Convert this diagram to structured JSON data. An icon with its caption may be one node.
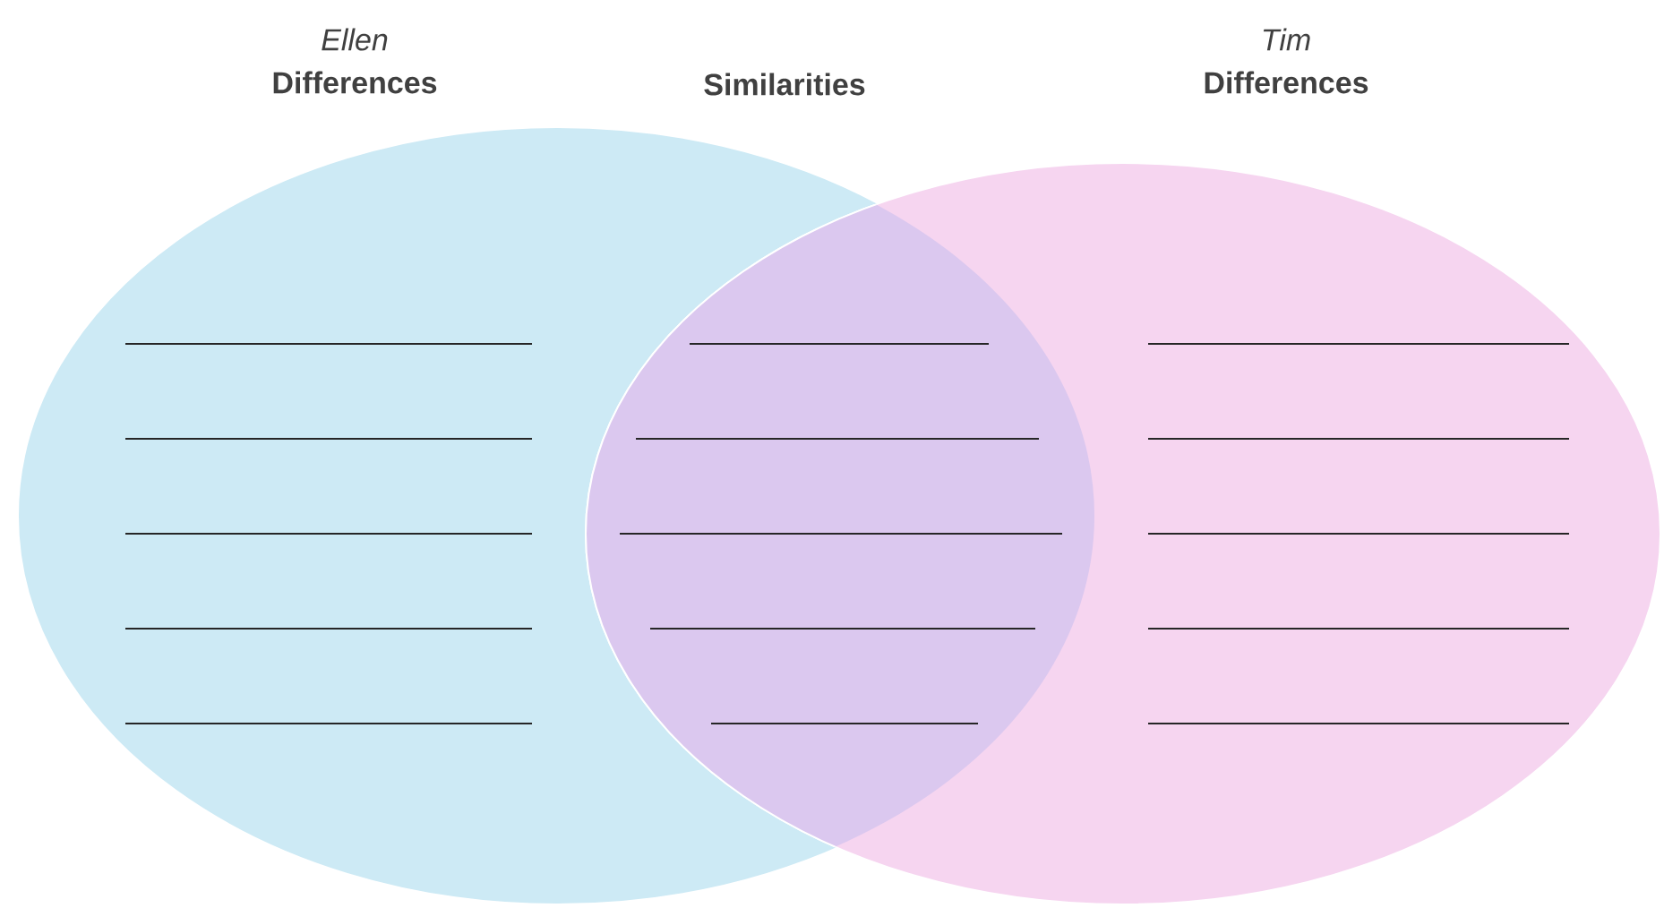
{
  "diagram": {
    "nodes": [
      {
        "text": [
          "*Ellen* **Differences**"
        ]
      },
      {
        "text": [
          "*Tim* **Differences**"
        ]
      }
    ],
    "labels": [
      "Similarities"
    ]
  }
}
